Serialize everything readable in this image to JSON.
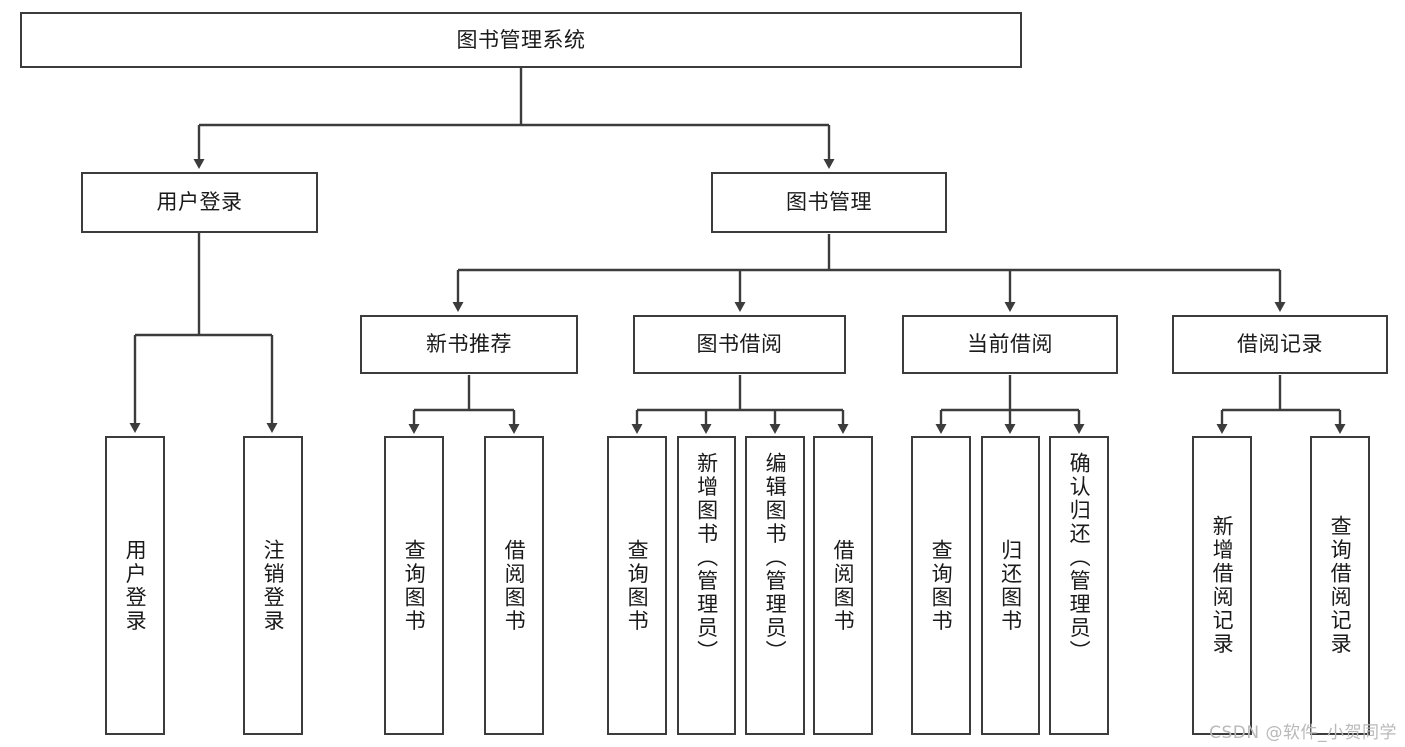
{
  "diagram": {
    "type": "tree",
    "title": "图书管理系统",
    "root": {
      "label": "图书管理系统"
    },
    "level2": [
      {
        "label": "用户登录"
      },
      {
        "label": "图书管理"
      }
    ],
    "level3": [
      {
        "label": "新书推荐"
      },
      {
        "label": "图书借阅"
      },
      {
        "label": "当前借阅"
      },
      {
        "label": "借阅记录"
      }
    ],
    "leaves": {
      "user_login": [
        {
          "label": "用户登录"
        },
        {
          "label": "注销登录"
        }
      ],
      "new_book_rec": [
        {
          "label": "查询图书"
        },
        {
          "label": "借阅图书"
        }
      ],
      "book_borrow": [
        {
          "label": "查询图书"
        },
        {
          "label": "新增图书（管理员）"
        },
        {
          "label": "编辑图书（管理员）"
        },
        {
          "label": "借阅图书"
        }
      ],
      "current_borrow": [
        {
          "label": "查询图书"
        },
        {
          "label": "归还图书"
        },
        {
          "label": "确认归还（管理员）"
        }
      ],
      "borrow_record": [
        {
          "label": "新增借阅记录"
        },
        {
          "label": "查询借阅记录"
        }
      ]
    }
  },
  "watermark": {
    "text": "CSDN @软件_小贺同学"
  },
  "colors": {
    "stroke": "#3c3c3c",
    "box_fill": "#ffffff",
    "text": "#1a1a1a",
    "watermark": "#b9b9b9",
    "background": "#ffffff"
  }
}
